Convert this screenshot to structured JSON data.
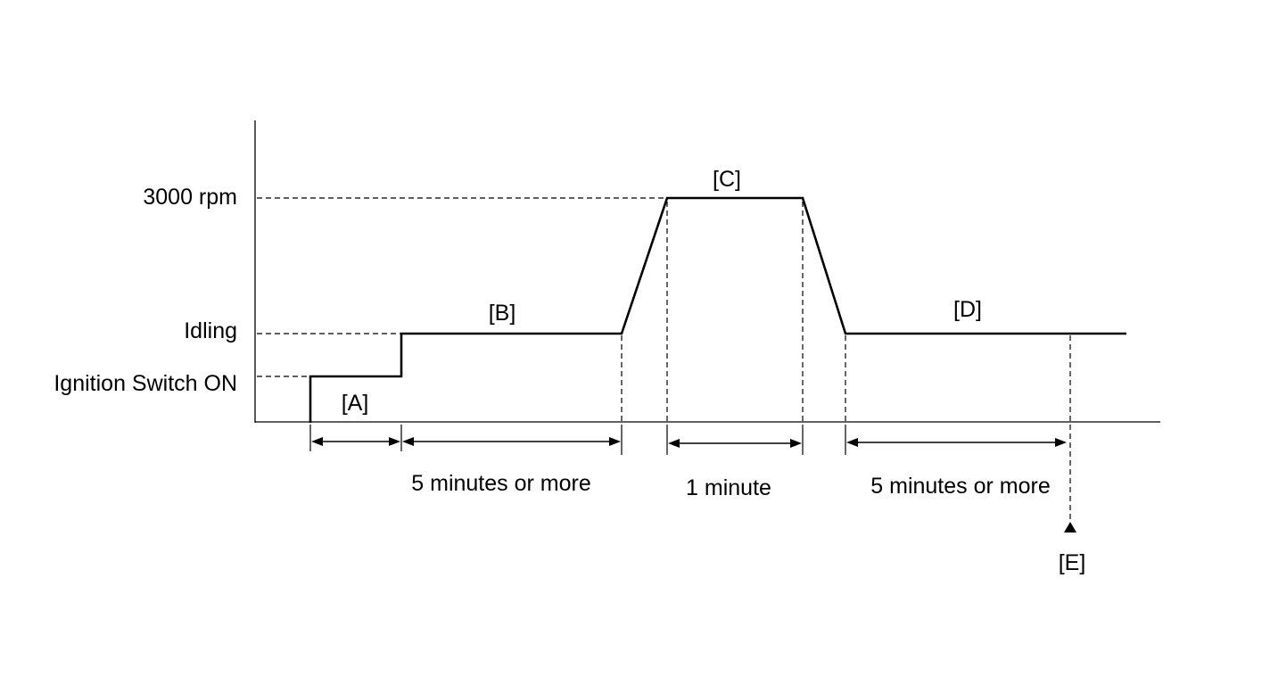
{
  "levels": {
    "rpm3000": "3000 rpm",
    "idling": "Idling",
    "ignition_on": "Ignition Switch ON"
  },
  "phases": {
    "a": "[A]",
    "b": "[B]",
    "c": "[C]",
    "d": "[D]",
    "e": "[E]"
  },
  "durations": {
    "b": "5 minutes or more",
    "c": "1 minute",
    "d": "5 minutes or more"
  }
}
